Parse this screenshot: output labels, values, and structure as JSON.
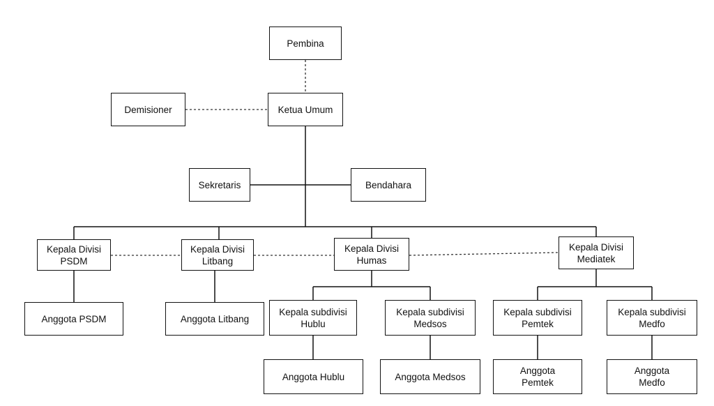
{
  "nodes": {
    "pembina": "Pembina",
    "demisioner": "Demisioner",
    "ketua_umum": "Ketua Umum",
    "sekretaris": "Sekretaris",
    "bendahara": "Bendahara",
    "kadiv_psdm": "Kepala Divisi\nPSDM",
    "kadiv_litbang": "Kepala Divisi\nLitbang",
    "kadiv_humas": "Kepala Divisi\nHumas",
    "kadiv_mediatek": "Kepala Divisi\nMediatek",
    "anggota_psdm": "Anggota PSDM",
    "anggota_litbang": "Anggota Litbang",
    "kasub_hublu": "Kepala subdivisi\nHublu",
    "kasub_medsos": "Kepala subdivisi\nMedsos",
    "kasub_pemtek": "Kepala subdivisi\nPemtek",
    "kasub_medfo": "Kepala subdivisi\nMedfo",
    "anggota_hublu": "Anggota Hublu",
    "anggota_medsos": "Anggota Medsos",
    "anggota_pemtek": "Anggota\nPemtek",
    "anggota_medfo": "Anggota\nMedfo"
  }
}
